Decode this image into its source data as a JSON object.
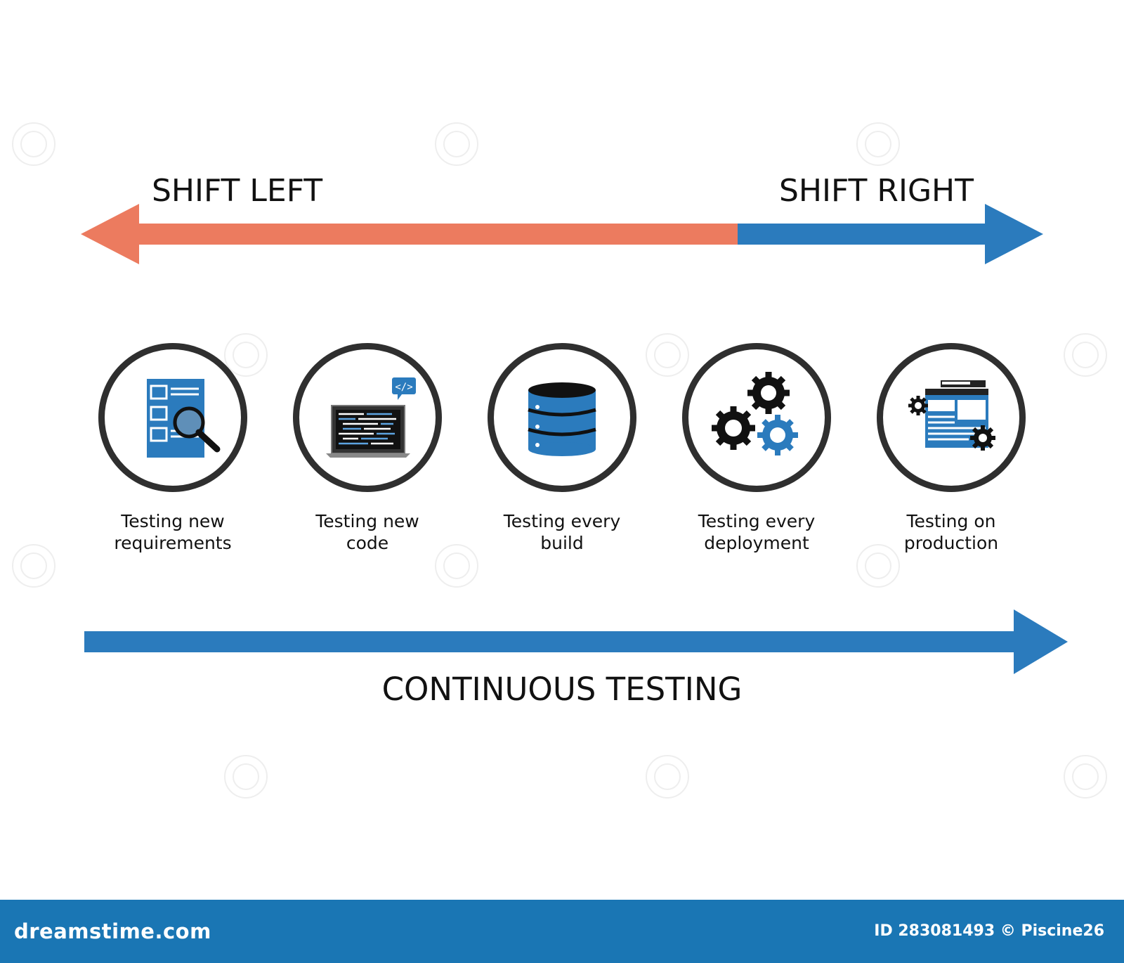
{
  "top_arrow": {
    "left_label": "SHIFT LEFT",
    "right_label": "SHIFT RIGHT",
    "left_color": "#ec7b5f",
    "right_color": "#2b7bbd"
  },
  "stages": [
    {
      "caption": "Testing new\nrequirements",
      "icon": "requirements-search-icon"
    },
    {
      "caption": "Testing new\ncode",
      "icon": "laptop-code-icon"
    },
    {
      "caption": "Testing every\nbuild",
      "icon": "database-icon"
    },
    {
      "caption": "Testing every\ndeployment",
      "icon": "gears-icon"
    },
    {
      "caption": "Testing on\nproduction",
      "icon": "browser-gears-icon"
    }
  ],
  "bottom_arrow": {
    "label": "CONTINUOUS TESTING",
    "color": "#2b7bbd"
  },
  "footer": {
    "brand": "dreamstime.com",
    "credit": "ID 283081493 © Piscine26",
    "color": "#1a76b4"
  }
}
